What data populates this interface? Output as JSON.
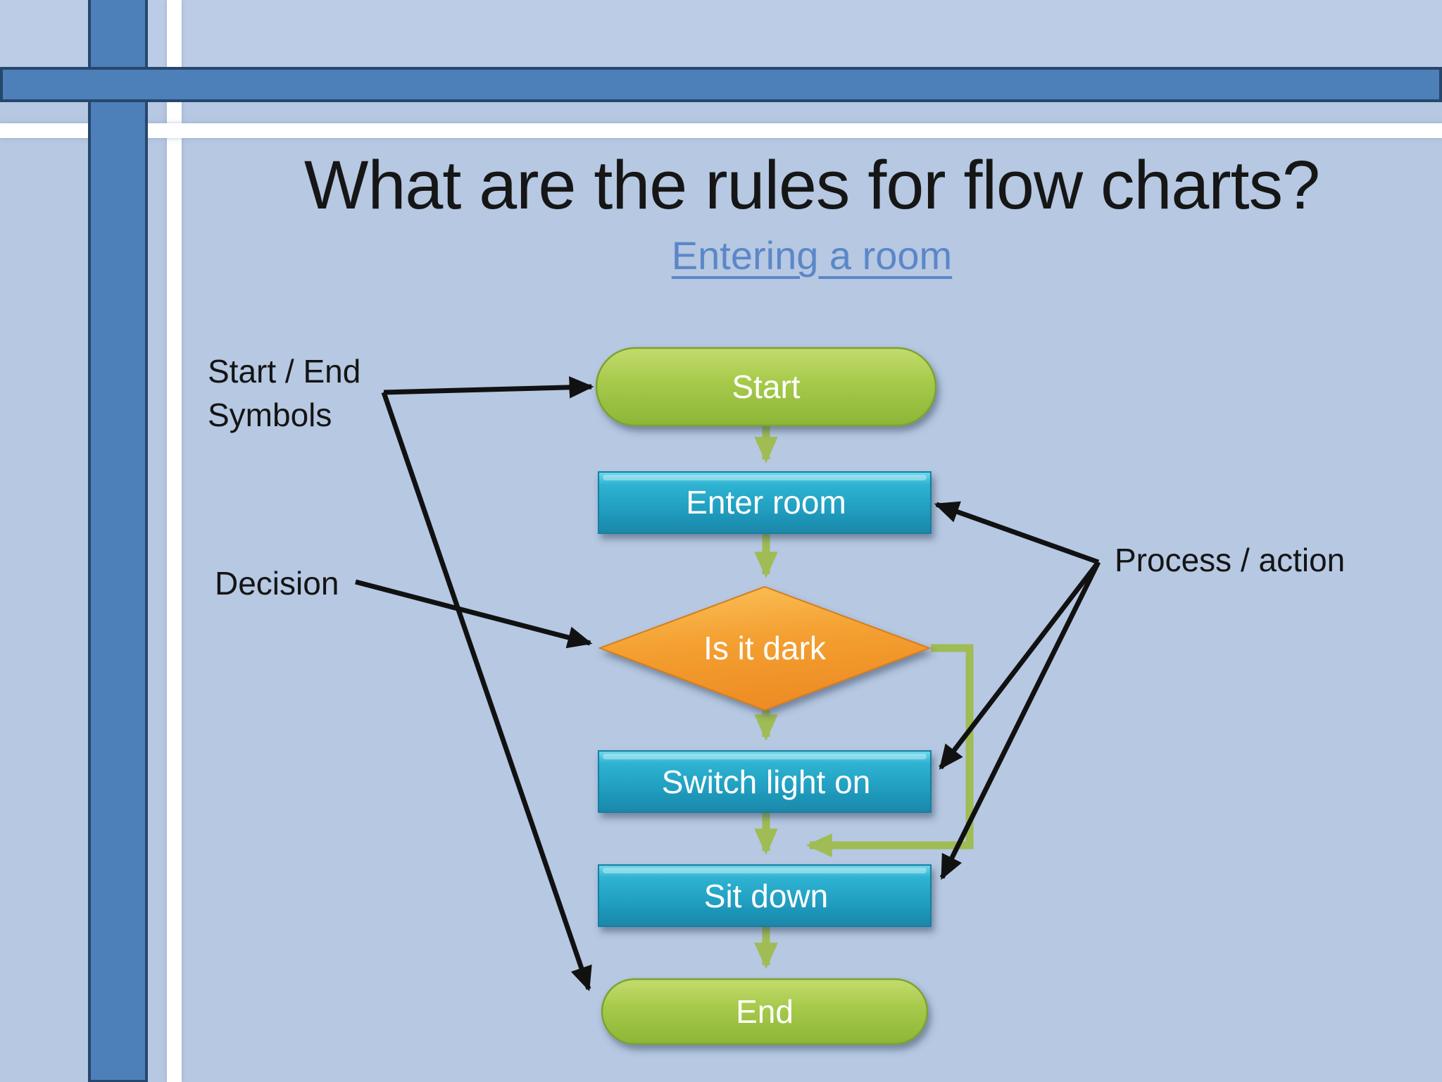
{
  "slide": {
    "title": "What are the rules for flow charts?",
    "subtitle_link": "Entering a room"
  },
  "annotations": {
    "start_end_label": "Start / End\nSymbols",
    "decision_label": "Decision",
    "process_label": "Process / action"
  },
  "flowchart": {
    "nodes": [
      {
        "id": "start",
        "type": "terminator",
        "label": "Start"
      },
      {
        "id": "enter-room",
        "type": "process",
        "label": "Enter room"
      },
      {
        "id": "is-it-dark",
        "type": "decision",
        "label": "Is it dark"
      },
      {
        "id": "switch-light-on",
        "type": "process",
        "label": "Switch light on"
      },
      {
        "id": "sit-down",
        "type": "process",
        "label": "Sit down"
      },
      {
        "id": "end",
        "type": "terminator",
        "label": "End"
      }
    ],
    "edges": [
      {
        "from": "start",
        "to": "enter-room",
        "style": "green-arrow"
      },
      {
        "from": "enter-room",
        "to": "is-it-dark",
        "style": "green-arrow"
      },
      {
        "from": "is-it-dark",
        "to": "switch-light-on",
        "style": "green-arrow"
      },
      {
        "from": "is-it-dark",
        "to": "between-switch-and-sit",
        "style": "green-arrow-bypass-right"
      },
      {
        "from": "switch-light-on",
        "to": "sit-down",
        "style": "green-arrow"
      },
      {
        "from": "sit-down",
        "to": "end",
        "style": "green-arrow"
      }
    ],
    "callout_targets": {
      "start_end": [
        "start",
        "end"
      ],
      "decision": [
        "is-it-dark"
      ],
      "process": [
        "enter-room",
        "switch-light-on",
        "sit-down"
      ]
    }
  },
  "colors": {
    "background": "#b6c8e2",
    "frame_bar": "#4d7fb9",
    "frame_bar_border": "#26476d",
    "white_guide_lines": "#ffffff",
    "terminator_green": "#a6c94a",
    "process_cyan": "#2bafcf",
    "decision_orange": "#f4a031",
    "flow_arrow_green": "#9fbc55",
    "annotation_black": "#111111",
    "link_blue": "#5b87c8",
    "title_text": "#161616"
  }
}
